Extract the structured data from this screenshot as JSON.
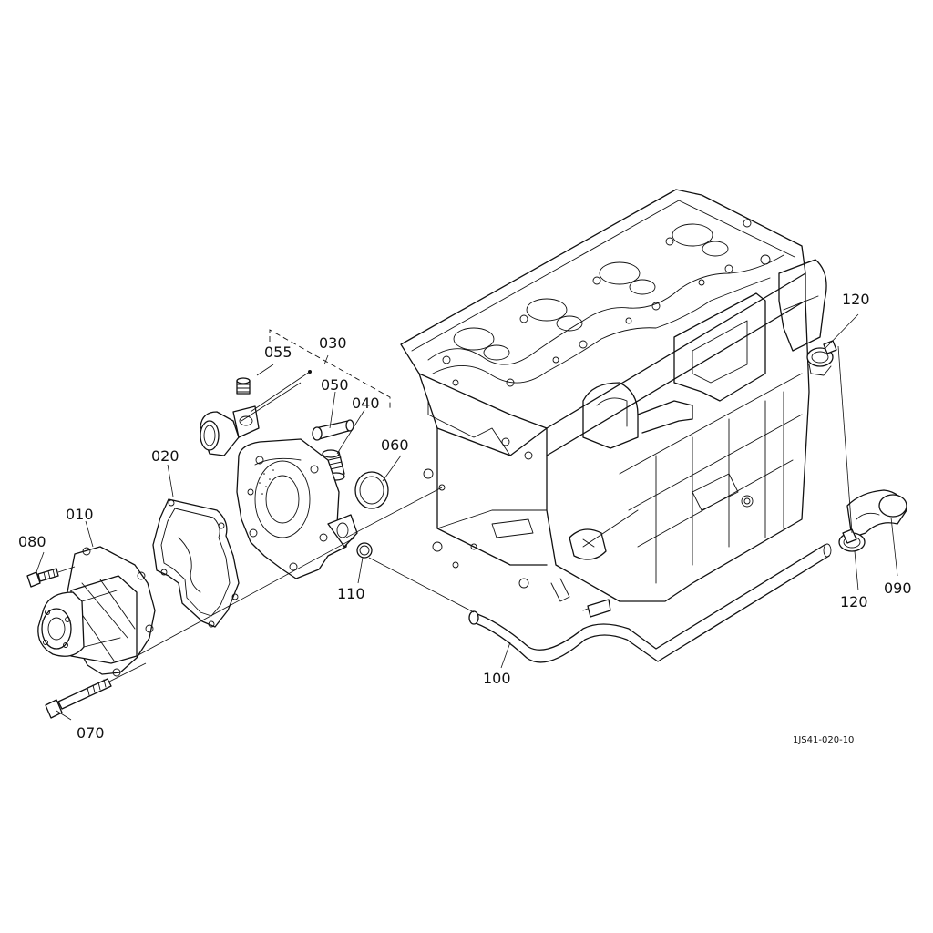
{
  "diagram": {
    "part_labels": {
      "p010": "010",
      "p020": "020",
      "p030": "030",
      "p040": "040",
      "p050": "050",
      "p055": "055",
      "p060": "060",
      "p070": "070",
      "p080": "080",
      "p090": "090",
      "p100": "100",
      "p110": "110",
      "p120_top": "120",
      "p120_bottom": "120"
    },
    "reference_code": "1JS41-020-10"
  }
}
